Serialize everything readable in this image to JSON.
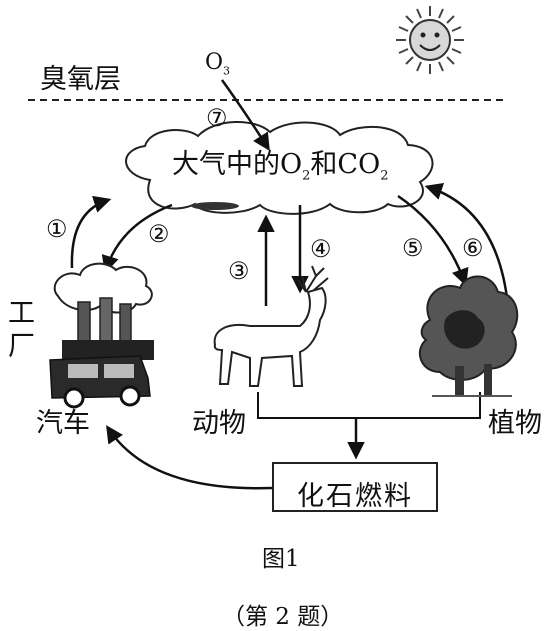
{
  "labels": {
    "ozone_layer": "臭氧层",
    "o3": "O",
    "o3_sub": "3",
    "atmosphere": "大气中的",
    "o2": "O",
    "o2_sub": "2",
    "and": "和",
    "co2": "CO",
    "co2_sub": "2",
    "factory_1": "工",
    "factory_2": "厂",
    "car": "汽车",
    "animal": "动物",
    "plant": "植物",
    "fossil_fuel": "化石燃料",
    "figure_caption": "图1",
    "question_caption": "（第 2 题）"
  },
  "steps": [
    "⑦",
    "①",
    "②",
    "③",
    "④",
    "⑤",
    "⑥"
  ],
  "colors": {
    "ink": "#111111",
    "cloud": "#ffffff",
    "tree_dark": "#333333",
    "sun": "#555555"
  },
  "icons": [
    "sun-icon",
    "cloud-icon",
    "factory-icon",
    "car-icon",
    "deer-icon",
    "tree-icon"
  ]
}
